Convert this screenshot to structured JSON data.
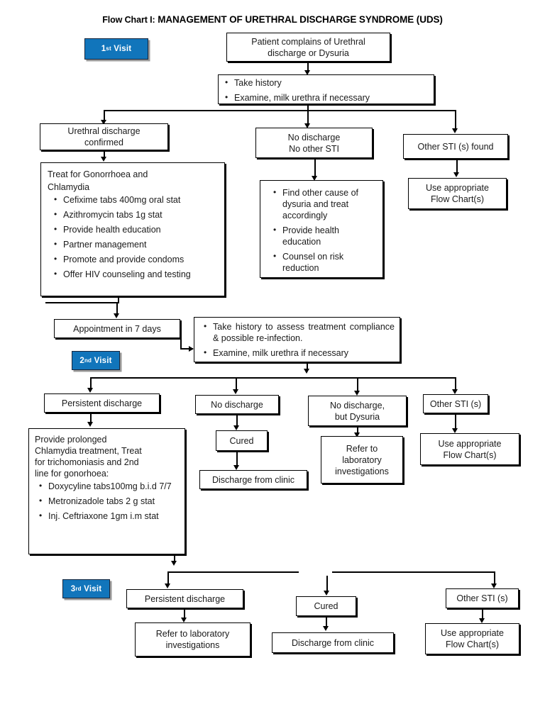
{
  "chart_data": {
    "type": "diagram",
    "title": "Flow Chart I: MANAGEMENT OF URETHRAL DISCHARGE SYNDROME (UDS)",
    "title_prefix": "Flow Chart I:",
    "title_main": "MANAGEMENT OF URETHRAL DISCHARGE SYNDROME (UDS)",
    "accent_color": "#1175bb",
    "line_color": "#000000",
    "box_fill": "#ffffff"
  },
  "badges": {
    "visit1": {
      "num": "1",
      "ord": "st",
      "label": "Visit"
    },
    "visit2": {
      "num": "2",
      "ord": "nd",
      "label": "Visit"
    },
    "visit3": {
      "num": "3",
      "ord": "rd",
      "label": "Visit"
    }
  },
  "nodes": {
    "complaint": {
      "line1": "Patient complains of Urethral",
      "line2": "discharge or Dysuria"
    },
    "history1": {
      "items": [
        "Take history",
        "Examine, milk urethra if necessary"
      ]
    },
    "discharge_confirmed": {
      "line1": "Urethral discharge",
      "line2": "confirmed"
    },
    "no_discharge_no_sti": {
      "line1": "No discharge",
      "line2": "No other STI"
    },
    "other_sti_found": {
      "text": "Other STI (s) found"
    },
    "use_flowchart_1": {
      "line1": "Use appropriate",
      "line2": "Flow Chart(s)"
    },
    "treat_gc_ct": {
      "heading1": "Treat for Gonorrhoea and",
      "heading2": "Chlamydia",
      "items": [
        "Cefixime tabs 400mg oral stat",
        "Azithromycin tabs  1g stat",
        "Provide health education",
        "Partner management",
        "Promote and provide condoms",
        "Offer HIV counseling and testing"
      ]
    },
    "find_other_cause": {
      "items": [
        "Find other cause of dysuria and treat accordingly",
        "Provide health education",
        "Counsel on risk reduction"
      ]
    },
    "appointment": {
      "text": "Appointment in 7 days"
    },
    "history2": {
      "items": [
        "Take history to assess treatment compliance & possible re-infection.",
        "Examine, milk urethra if necessary"
      ]
    },
    "persistent_discharge_2": {
      "text": "Persistent discharge"
    },
    "no_discharge_2": {
      "text": "No discharge"
    },
    "no_discharge_dysuria_2": {
      "line1": "No discharge,",
      "line2": "but Dysuria"
    },
    "other_sti_2": {
      "text": "Other STI (s)"
    },
    "prolonged_treatment": {
      "heading1": "Provide prolonged",
      "heading2": "Chlamydia treatment, Treat",
      "heading3": "for trichomoniasis and 2nd",
      "heading4": "line for gonorhoea:",
      "items": [
        "Doxycyline      tabs100mg b.i.d 7/7",
        "Metronizadole tabs  2  g stat",
        "Inj. Ceftriaxone  1gm  i.m stat"
      ]
    },
    "cured_2": {
      "text": "Cured"
    },
    "discharge_clinic_2": {
      "text": "Discharge from clinic"
    },
    "refer_lab_2": {
      "line1": "Refer to",
      "line2": "laboratory",
      "line3": "investigations"
    },
    "use_flowchart_2": {
      "line1": "Use appropriate",
      "line2": "Flow Chart(s)"
    },
    "persistent_discharge_3": {
      "text": "Persistent discharge"
    },
    "cured_3": {
      "text": "Cured"
    },
    "other_sti_3": {
      "text": "Other STI (s)"
    },
    "refer_lab_3": {
      "line1": "Refer to laboratory",
      "line2": "investigations"
    },
    "discharge_clinic_3": {
      "text": "Discharge from clinic"
    },
    "use_flowchart_3": {
      "line1": "Use appropriate",
      "line2": "Flow Chart(s)"
    }
  }
}
